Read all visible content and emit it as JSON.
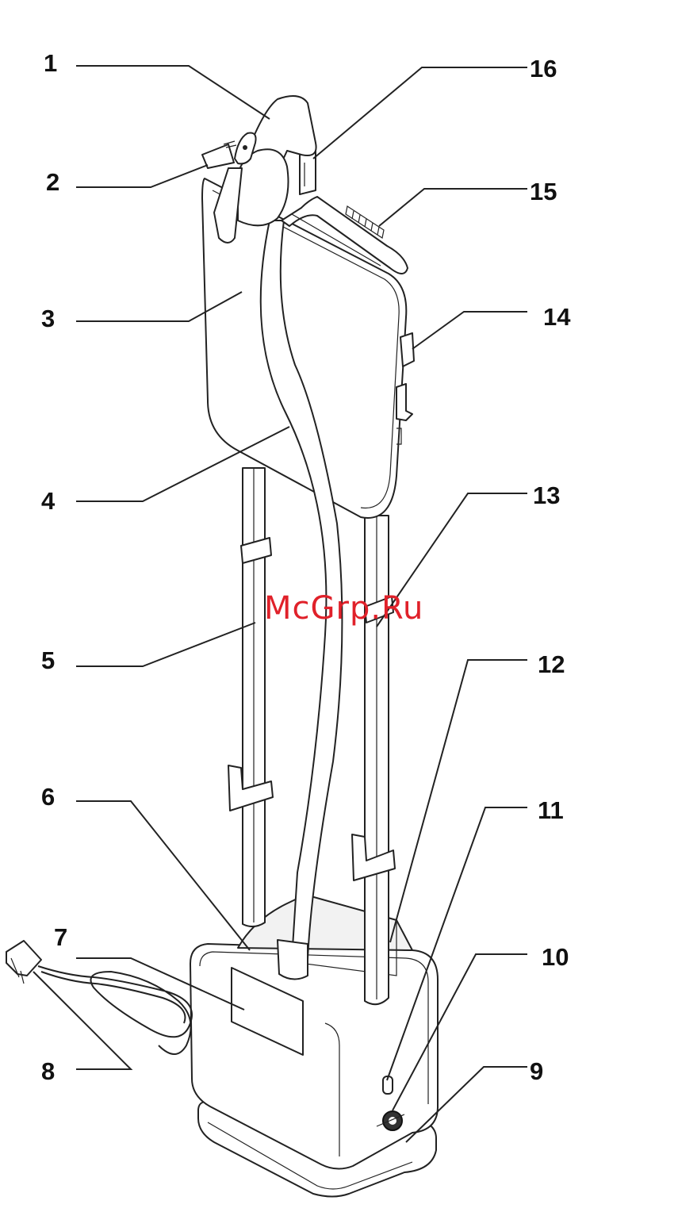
{
  "callouts": [
    "1",
    "2",
    "3",
    "4",
    "5",
    "6",
    "7",
    "8",
    "9",
    "10",
    "11",
    "12",
    "13",
    "14",
    "15",
    "16"
  ],
  "watermark": "McGrp.Ru",
  "colors": {
    "line": "#222222",
    "watermark": "#e0212a",
    "background": "#ffffff"
  }
}
